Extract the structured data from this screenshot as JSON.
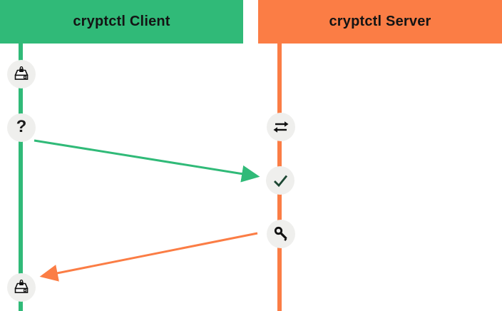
{
  "client": {
    "title": "cryptctl Client",
    "question_glyph": "?",
    "icons": [
      "encrypted-disk-icon",
      "question-icon",
      "encrypted-disk-icon"
    ]
  },
  "server": {
    "title": "cryptctl Server",
    "icons": [
      "transfer-icon",
      "check-icon",
      "key-icon"
    ]
  },
  "arrows": [
    {
      "name": "key-request-arrow",
      "from": "client-question",
      "to": "server-check",
      "color_key": "green"
    },
    {
      "name": "key-response-arrow",
      "from": "server-key",
      "to": "client-disk-bottom",
      "color_key": "orange"
    }
  ],
  "colors": {
    "green": "#30ba78",
    "orange": "#fb7d45",
    "node_bg": "#efefed",
    "glyph": "#111111",
    "check": "#1d4733",
    "title_text": "#141414"
  }
}
